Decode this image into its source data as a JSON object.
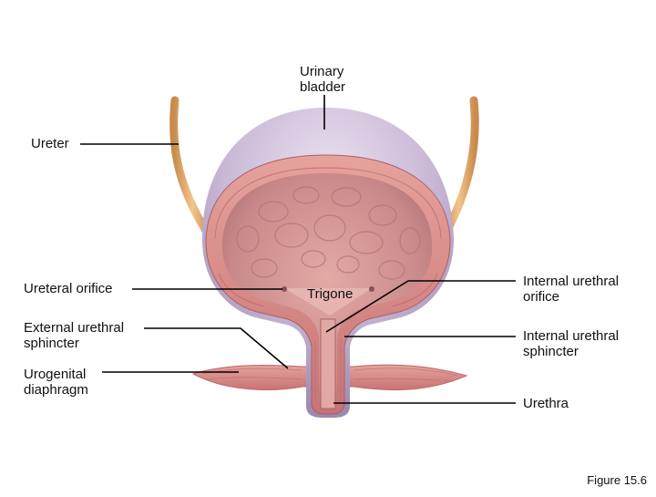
{
  "labels": {
    "urinary_bladder": "Urinary\nbladder",
    "ureter": "Ureter",
    "ureteral_orifice": "Ureteral orifice",
    "trigone": "Trigone",
    "external_urethral_sphincter": "External urethral\nsphincter",
    "urogenital_diaphragm": "Urogenital\ndiaphragm",
    "internal_urethral_orifice": "Internal urethral\norifice",
    "internal_urethral_sphincter": "Internal urethral\nsphincter",
    "urethra": "Urethra"
  },
  "figure_caption": "Figure 15.6",
  "colors": {
    "bladder_outer": "#c9b8d6",
    "bladder_wall": "#d99a93",
    "bladder_lumen": "#c9898a",
    "ureter": "#e7b271",
    "muscle": "#d98581",
    "leader_line": "#000000"
  }
}
